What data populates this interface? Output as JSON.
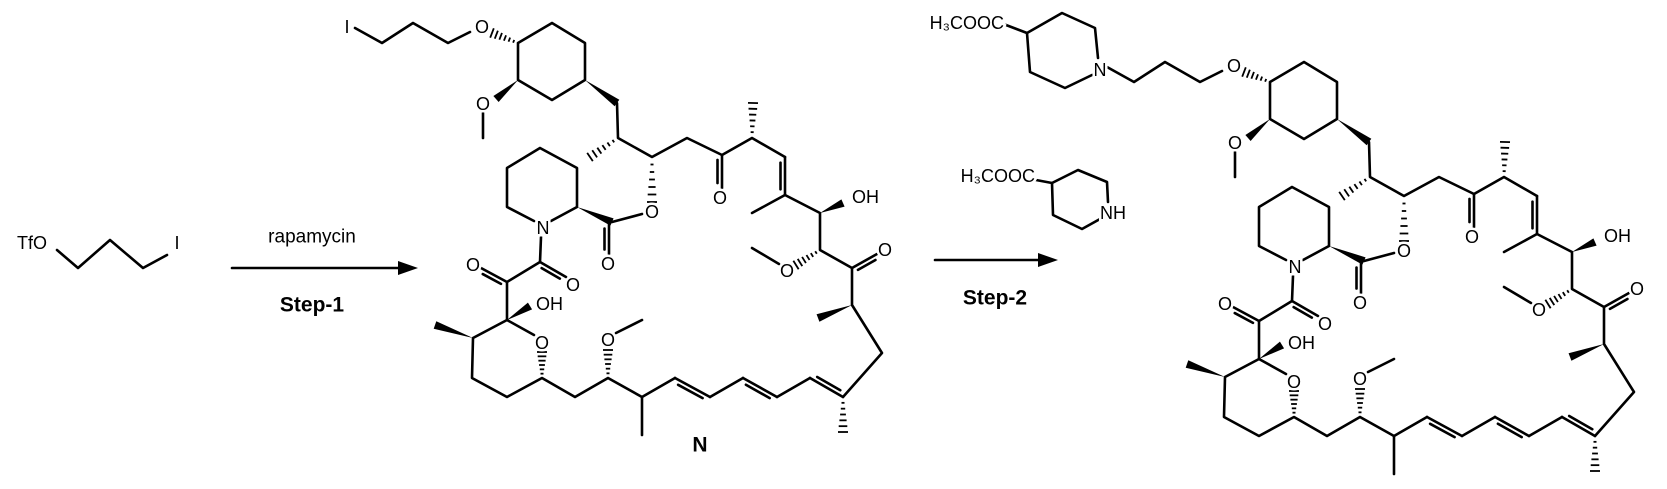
{
  "reactant": {
    "left_group": "TfO",
    "right_group": "I"
  },
  "step1": {
    "reagent": "rapamycin",
    "label": "Step-1"
  },
  "intermediate": {
    "label": "N",
    "terminal_atom": "I"
  },
  "step2": {
    "reagent_group": "H₃COOC",
    "reagent_amine": "NH",
    "label": "Step-2"
  },
  "product": {
    "ester_group": "H₃COOC",
    "amine_atom": "N"
  },
  "atoms": {
    "O": "O",
    "OH": "OH",
    "N": "N"
  },
  "colors": {
    "ink": "#000000",
    "background": "#ffffff"
  }
}
